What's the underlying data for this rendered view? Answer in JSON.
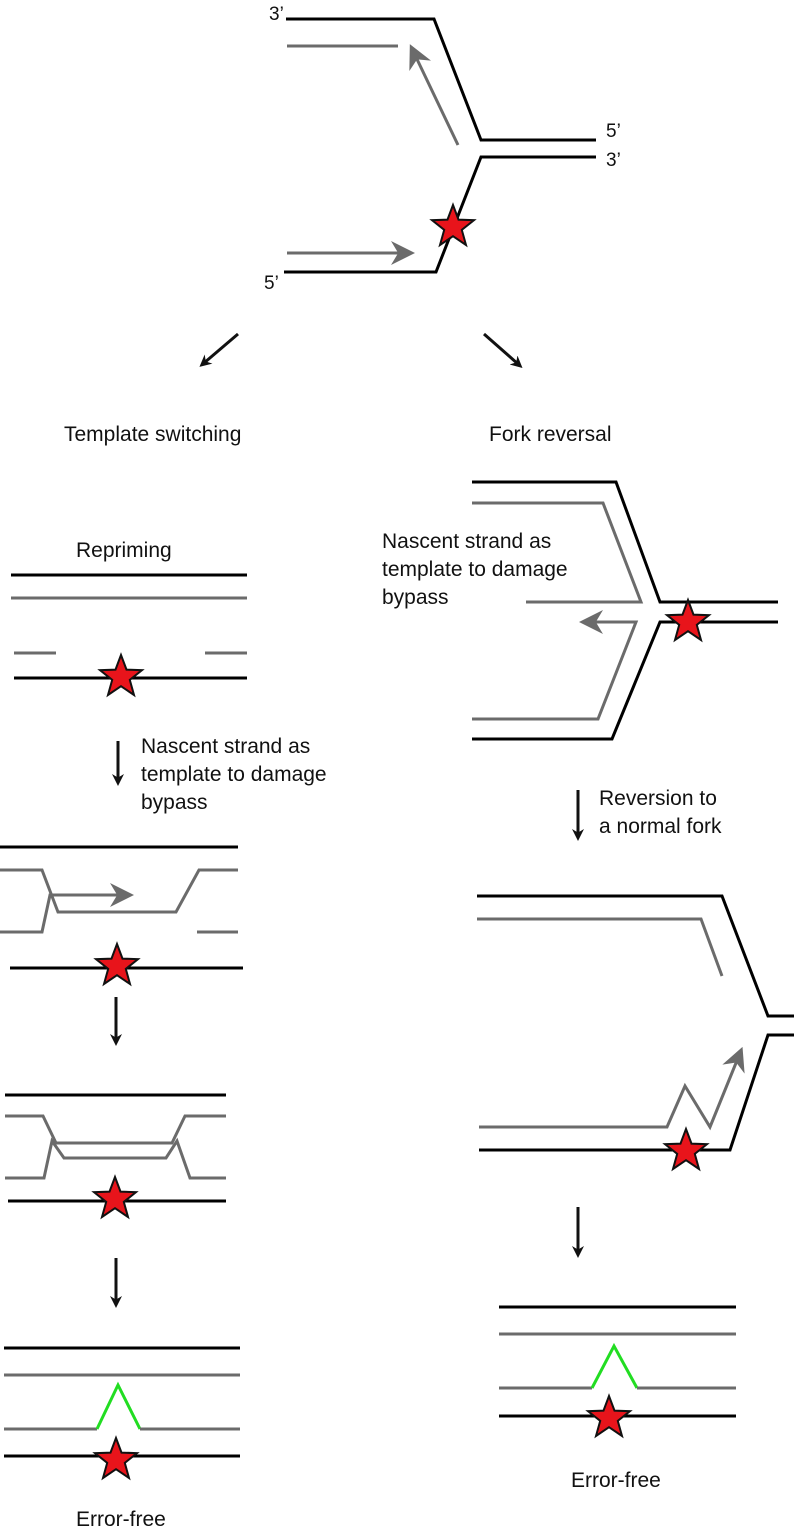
{
  "labels": {
    "top_3prime_a": "3’",
    "top_5prime_right": "5’",
    "top_3prime_right": "3’",
    "top_5prime_left": "5’",
    "template_switching": "Template switching",
    "fork_reversal": "Fork reversal",
    "repriming": "Repriming",
    "nascent_left": "Nascent strand as\ntemplate to damage\nbypass",
    "nascent_right": "Nascent strand as\ntemplate to damage\nbypass",
    "reversion": "Reversion to\na normal fork",
    "error_free_left": "Error-free",
    "error_free_right": "Error-free"
  },
  "colors": {
    "parental_strand": "#000000",
    "nascent_strand": "#6b6b6b",
    "newly_synthesized": "#22dd22",
    "lesion_star": "#e8141b",
    "arrow": "#111111"
  },
  "icons": [
    "lesion-star-icon",
    "arrow-icon"
  ]
}
